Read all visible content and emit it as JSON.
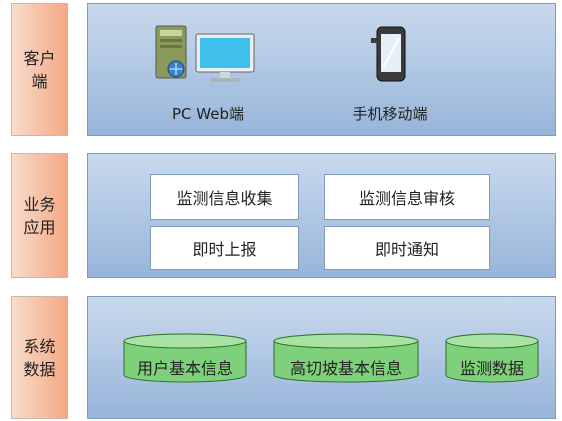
{
  "layers": {
    "client": {
      "label": "客户端",
      "items": [
        {
          "label": "PC Web端",
          "icon": "desktop-computer-icon"
        },
        {
          "label": "手机移动端",
          "icon": "mobile-phone-icon"
        }
      ]
    },
    "business": {
      "label": "业务应用",
      "items": [
        "监测信息收集",
        "监测信息审核",
        "即时上报",
        "即时通知"
      ]
    },
    "data": {
      "label": "系统数据",
      "items": [
        "用户基本信息",
        "高切坡基本信息",
        "监测数据"
      ]
    }
  },
  "colors": {
    "label_fill": "#f3a884",
    "panel_fill": "#97b5da",
    "db_fill": "#7fd07a",
    "db_border": "#2e6e2a"
  }
}
